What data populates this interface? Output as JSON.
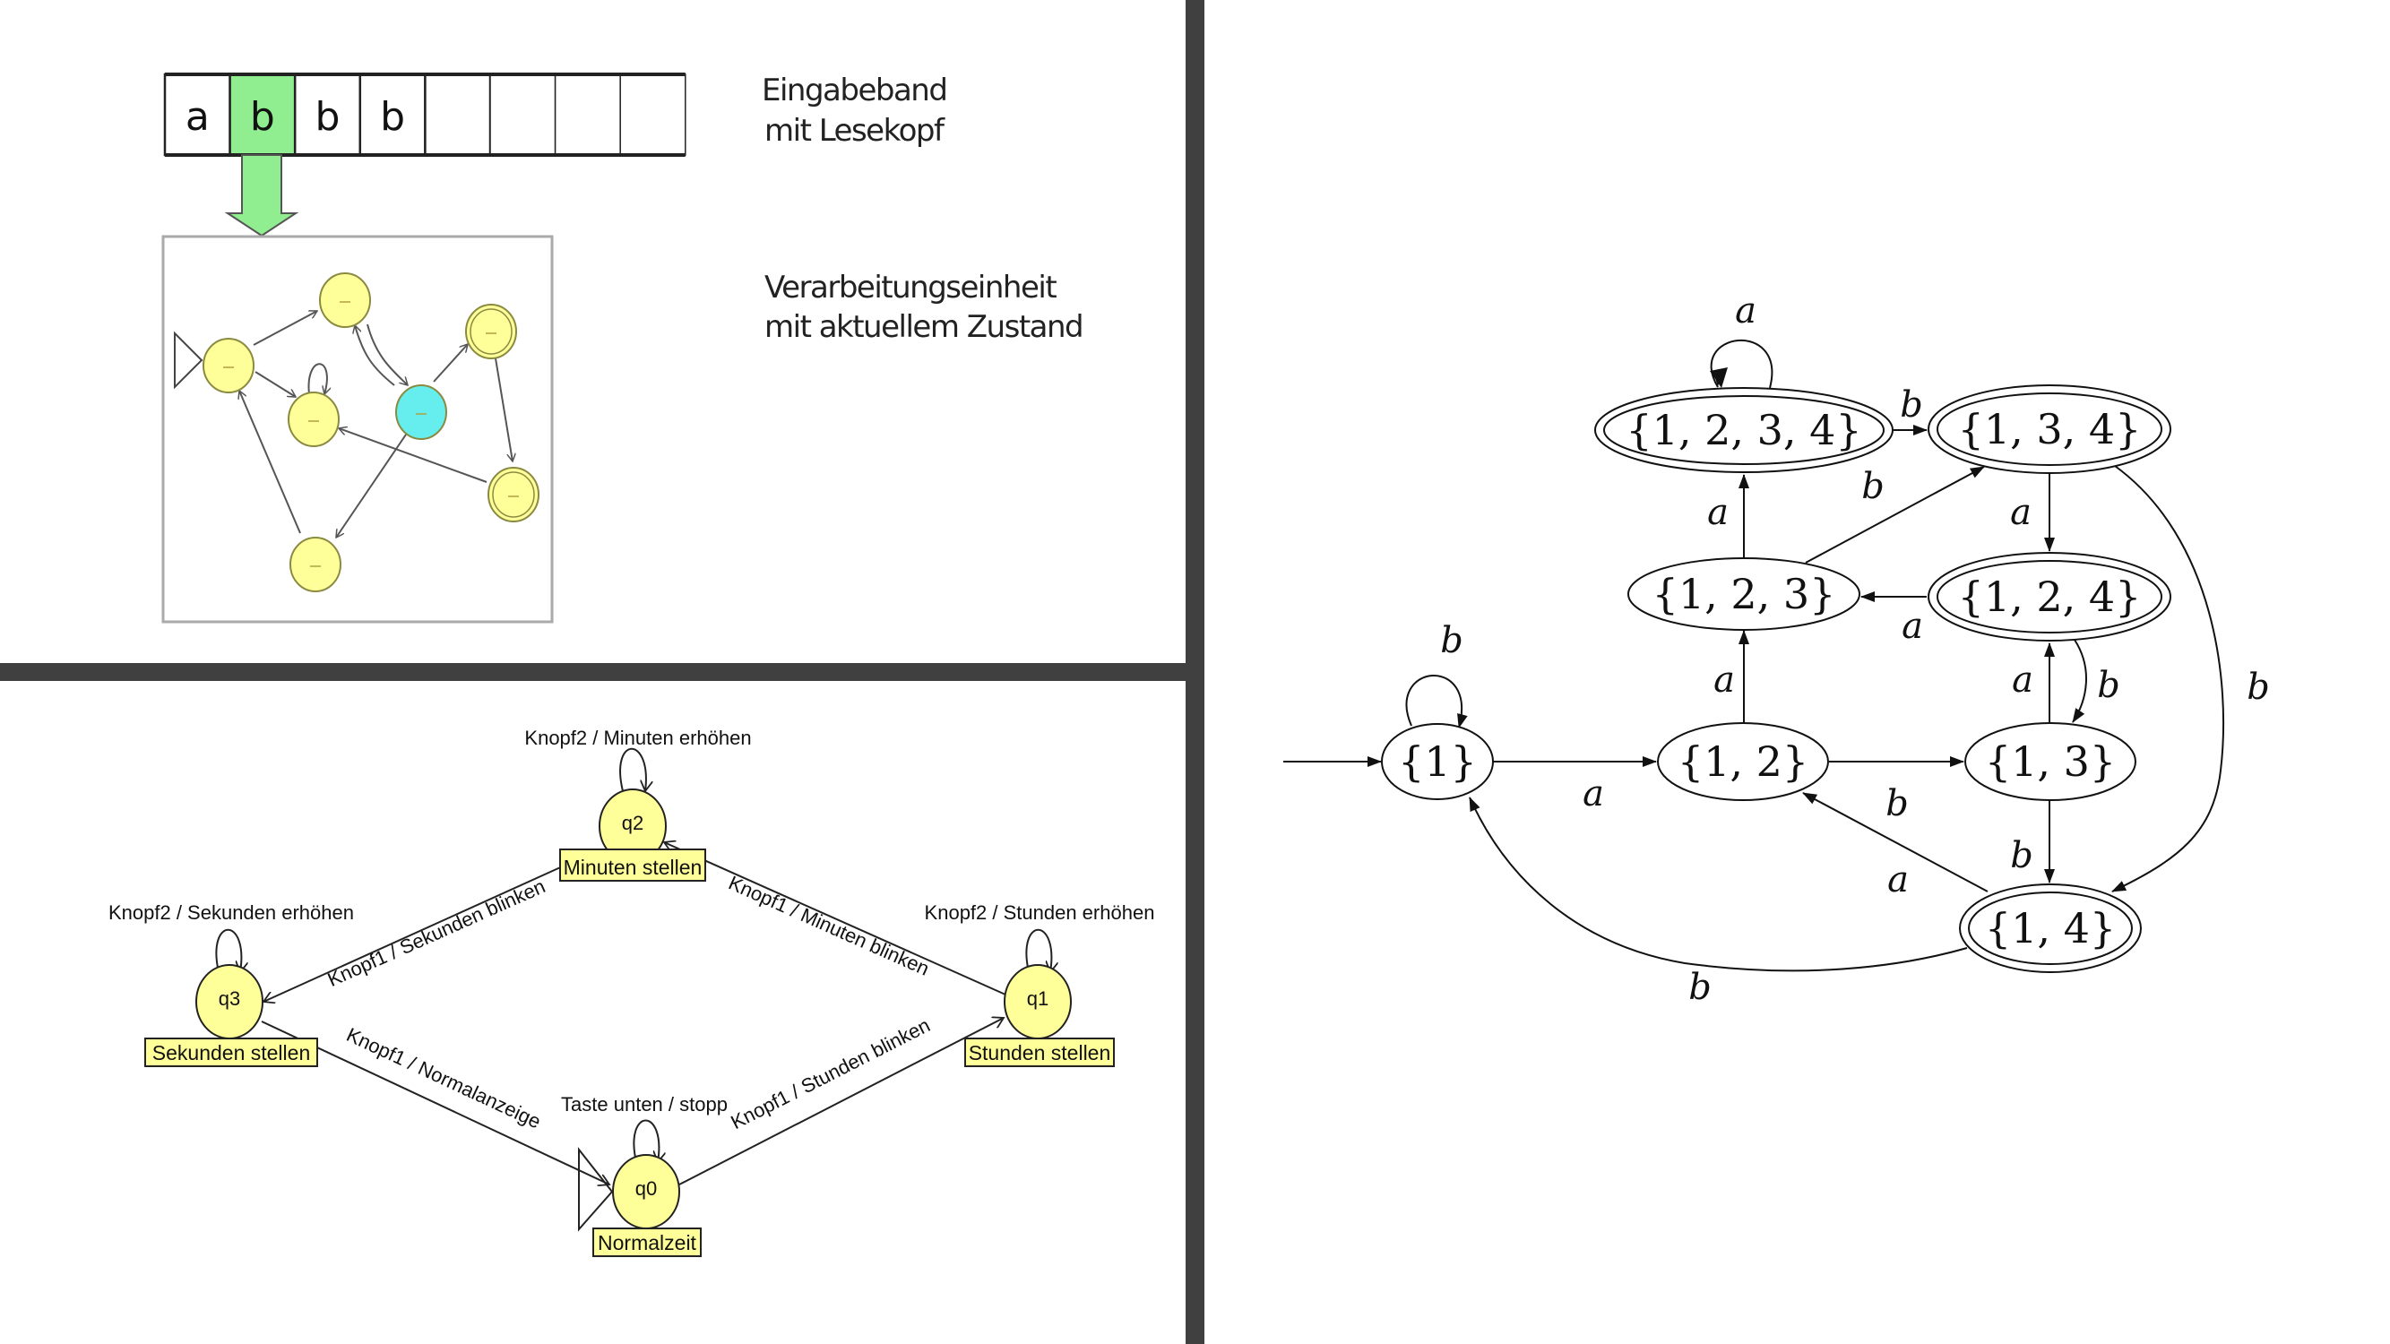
{
  "colors": {
    "divider": "#404040",
    "tape_head": "#90ee90",
    "state_yellow": "#ffff99",
    "state_active": "#66eeee",
    "edge": "#222222"
  },
  "top_left": {
    "tape": {
      "cells": [
        "a",
        "b",
        "b",
        "b",
        "",
        "",
        "",
        ""
      ],
      "head_index": 1
    },
    "caption_tape": [
      "Eingabeband",
      "mit Lesekopf"
    ],
    "caption_unit": [
      "Verarbeitungseinheit",
      "mit aktuellem Zustand"
    ],
    "mini_automaton": {
      "states": [
        {
          "id": "s0",
          "start": true,
          "accepting": false,
          "active": false
        },
        {
          "id": "s1",
          "start": false,
          "accepting": false,
          "active": false
        },
        {
          "id": "s2",
          "start": false,
          "accepting": false,
          "active": false
        },
        {
          "id": "s3",
          "start": false,
          "accepting": false,
          "active": true
        },
        {
          "id": "s4",
          "start": false,
          "accepting": true,
          "active": false
        },
        {
          "id": "s5",
          "start": false,
          "accepting": true,
          "active": false
        },
        {
          "id": "s6",
          "start": false,
          "accepting": false,
          "active": false
        }
      ]
    }
  },
  "bottom_left": {
    "states": [
      {
        "id": "q0",
        "label": "q0",
        "name": "Normalzeit",
        "start": true
      },
      {
        "id": "q1",
        "label": "q1",
        "name": "Stunden stellen",
        "start": false
      },
      {
        "id": "q2",
        "label": "q2",
        "name": "Minuten stellen",
        "start": false
      },
      {
        "id": "q3",
        "label": "q3",
        "name": "Sekunden stellen",
        "start": false
      }
    ],
    "transitions": [
      {
        "from": "q0",
        "to": "q0",
        "label": "Taste unten / stopp"
      },
      {
        "from": "q0",
        "to": "q1",
        "label": "Knopf1 / Stunden blinken"
      },
      {
        "from": "q1",
        "to": "q1",
        "label": "Knopf2 / Stunden erhöhen"
      },
      {
        "from": "q1",
        "to": "q2",
        "label": "Knopf1 / Minuten blinken"
      },
      {
        "from": "q2",
        "to": "q2",
        "label": "Knopf2 / Minuten erhöhen"
      },
      {
        "from": "q2",
        "to": "q3",
        "label": "Knopf1 / Sekunden blinken"
      },
      {
        "from": "q3",
        "to": "q3",
        "label": "Knopf2 / Sekunden erhöhen"
      },
      {
        "from": "q3",
        "to": "q0",
        "label": "Knopf1 / Normalanzeige"
      }
    ]
  },
  "right": {
    "states": [
      {
        "id": "n1",
        "label": "{1}",
        "start": true,
        "accepting": false
      },
      {
        "id": "n12",
        "label": "{1,2}",
        "start": false,
        "accepting": false
      },
      {
        "id": "n13",
        "label": "{1,3}",
        "start": false,
        "accepting": false
      },
      {
        "id": "n14",
        "label": "{1,4}",
        "start": false,
        "accepting": true
      },
      {
        "id": "n123",
        "label": "{1,2,3}",
        "start": false,
        "accepting": false
      },
      {
        "id": "n124",
        "label": "{1,2,4}",
        "start": false,
        "accepting": true
      },
      {
        "id": "n134",
        "label": "{1,3,4}",
        "start": false,
        "accepting": true
      },
      {
        "id": "n1234",
        "label": "{1,2,3,4}",
        "start": false,
        "accepting": true
      }
    ],
    "transitions": [
      {
        "from": "n1",
        "to": "n1",
        "label": "b"
      },
      {
        "from": "n1",
        "to": "n12",
        "label": "a"
      },
      {
        "from": "n12",
        "to": "n13",
        "label": "b"
      },
      {
        "from": "n12",
        "to": "n123",
        "label": "a"
      },
      {
        "from": "n123",
        "to": "n1234",
        "label": "a"
      },
      {
        "from": "n123",
        "to": "n134",
        "label": "b"
      },
      {
        "from": "n1234",
        "to": "n1234",
        "label": "a"
      },
      {
        "from": "n1234",
        "to": "n134",
        "label": "b"
      },
      {
        "from": "n134",
        "to": "n124",
        "label": "a"
      },
      {
        "from": "n134",
        "to": "n14",
        "label": "b"
      },
      {
        "from": "n124",
        "to": "n123",
        "label": "a"
      },
      {
        "from": "n124",
        "to": "n13",
        "label": "b"
      },
      {
        "from": "n13",
        "to": "n124",
        "label": "a"
      },
      {
        "from": "n13",
        "to": "n14",
        "label": "b"
      },
      {
        "from": "n14",
        "to": "n12",
        "label": "a"
      },
      {
        "from": "n14",
        "to": "n1",
        "label": "b"
      }
    ]
  }
}
